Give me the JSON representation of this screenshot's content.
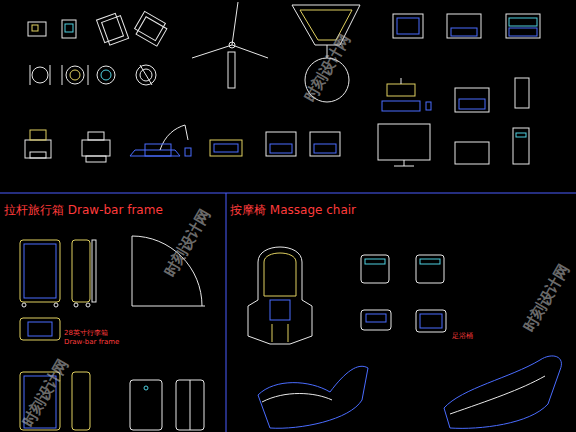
{
  "diagram": {
    "labels": [
      "拉杆旅行箱 Draw-bar frame",
      "按摩椅 Massage chair",
      "28英寸行李箱",
      "Draw-bar frame",
      "足浴桶",
      "时刻设计网",
      "时刻设计网",
      "时刻设计网",
      "时刻设计网"
    ]
  }
}
